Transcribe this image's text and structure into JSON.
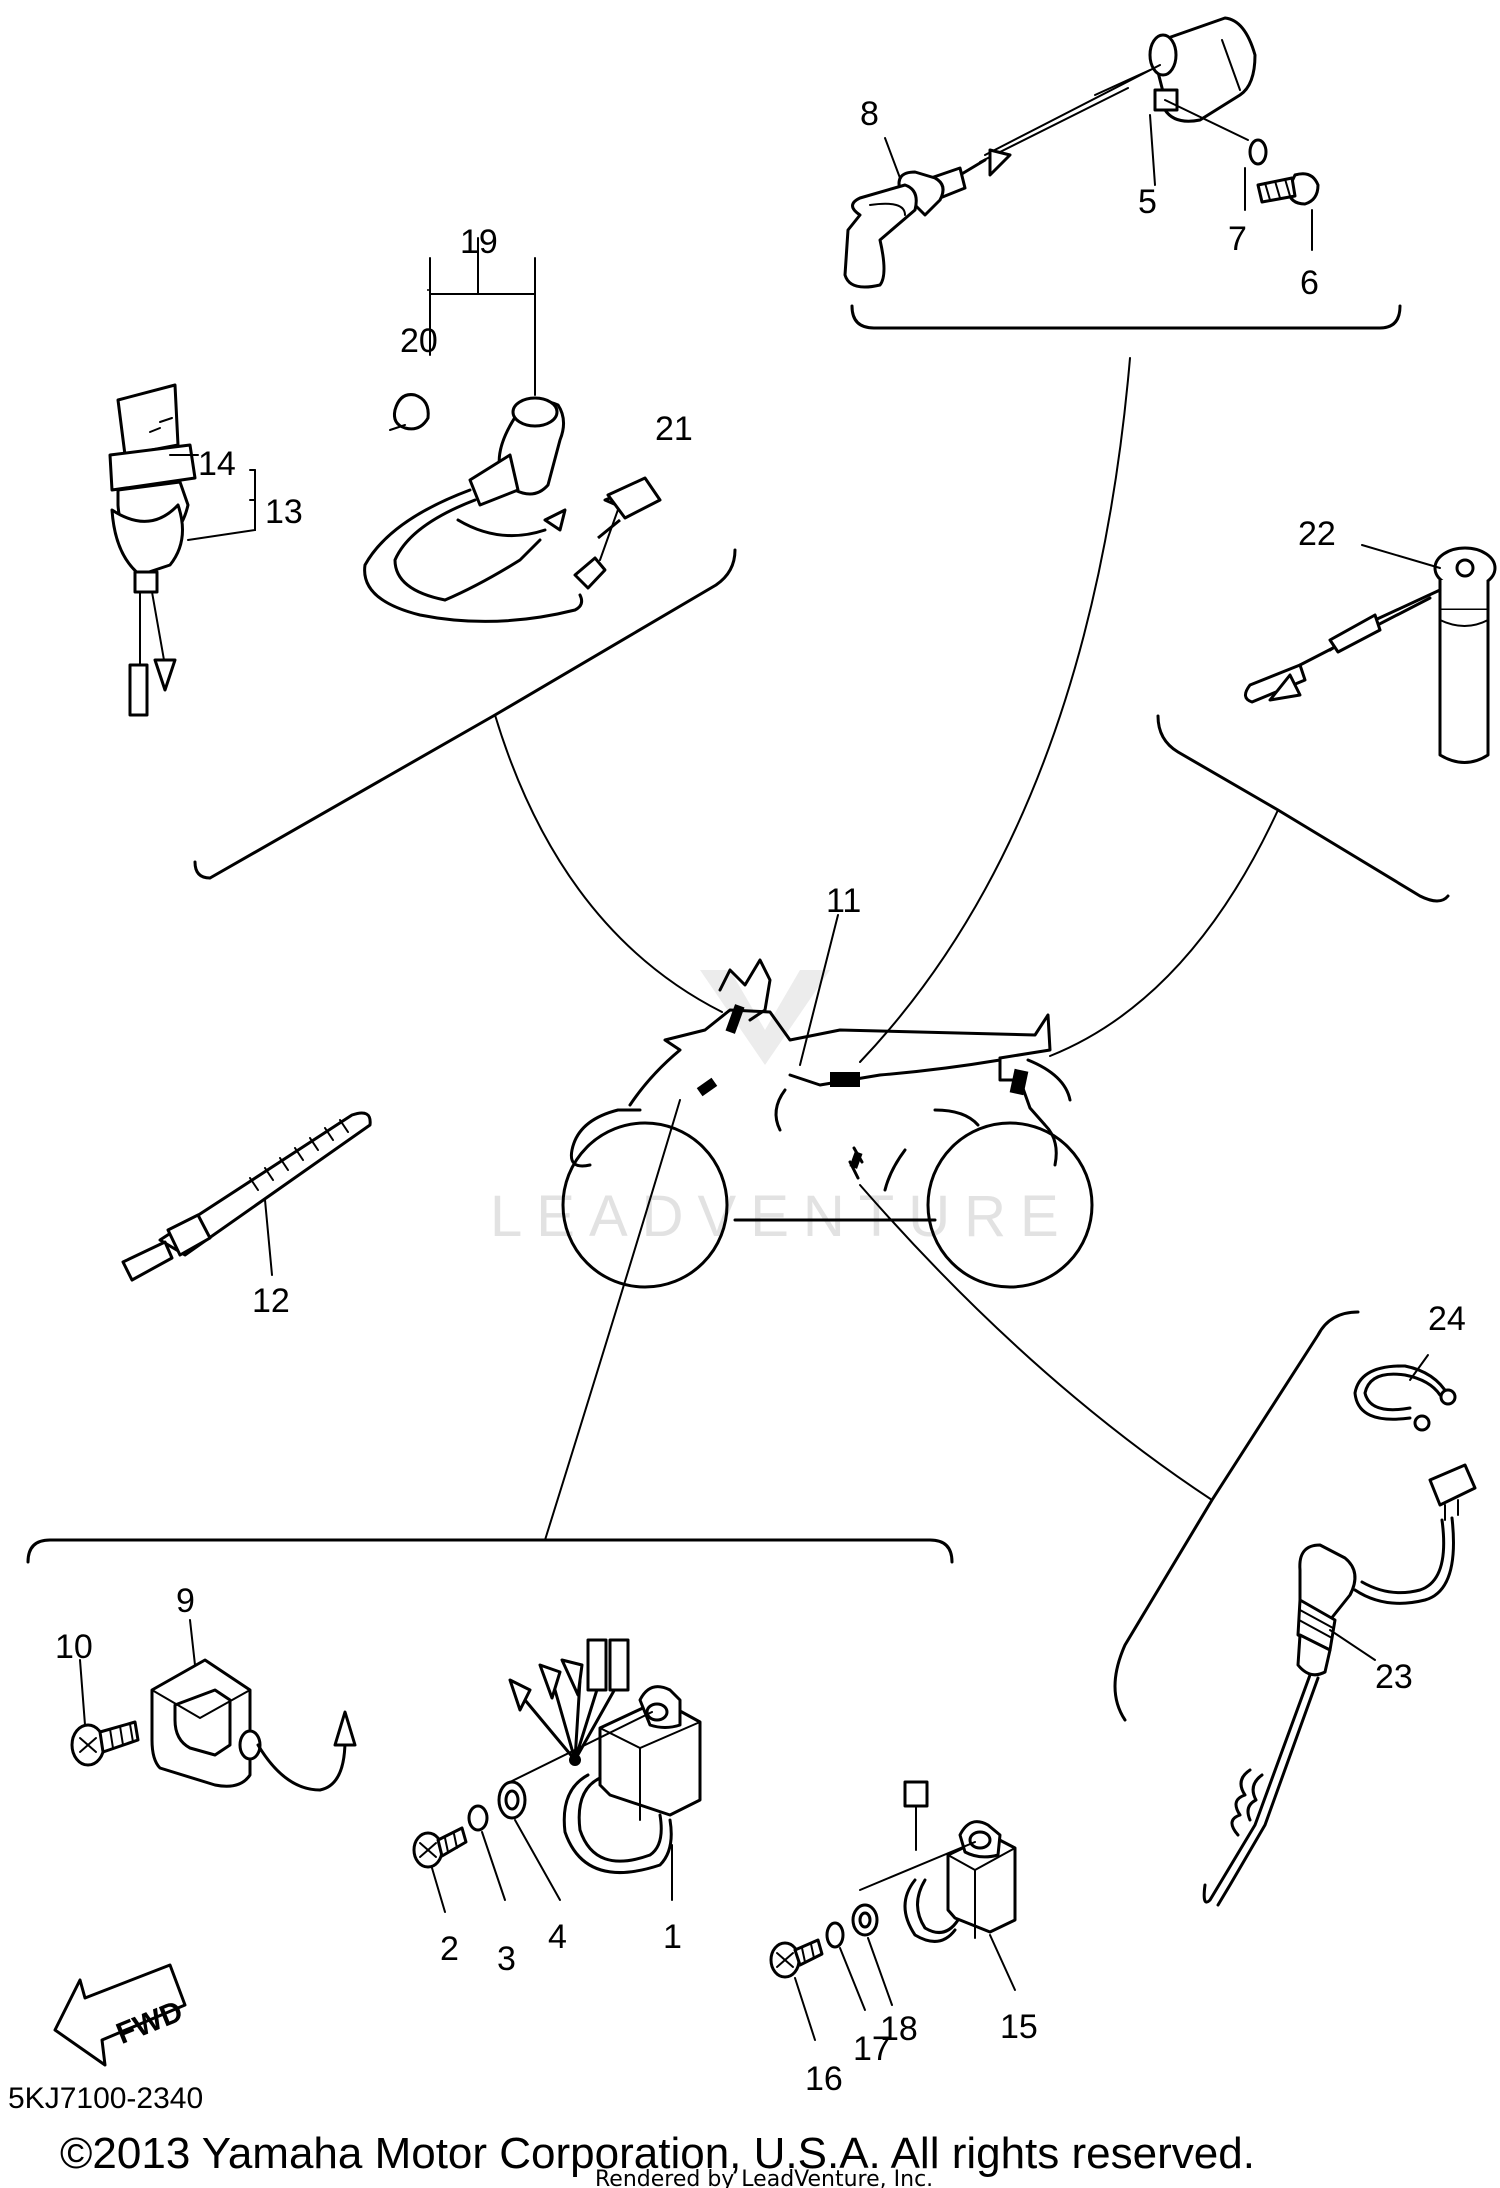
{
  "diagram": {
    "part_labels": {
      "p1": "1",
      "p2": "2",
      "p3": "3",
      "p4": "4",
      "p5": "5",
      "p6": "6",
      "p7": "7",
      "p8": "8",
      "p9": "9",
      "p10": "10",
      "p11": "11",
      "p12": "12",
      "p13": "13",
      "p14": "14",
      "p15": "15",
      "p16": "16",
      "p17": "17",
      "p18": "18",
      "p19": "19",
      "p20": "20",
      "p21": "21",
      "p22": "22",
      "p23": "23",
      "p24": "24"
    },
    "fwd_label": "FWD",
    "diagram_code": "5KJ7100-2340",
    "watermark": "LEADVENTURE",
    "copyright": "©2013 Yamaha Motor Corporation, U.S.A. All rights reserved.",
    "rendered_by": "Rendered by LeadVenture, Inc."
  }
}
